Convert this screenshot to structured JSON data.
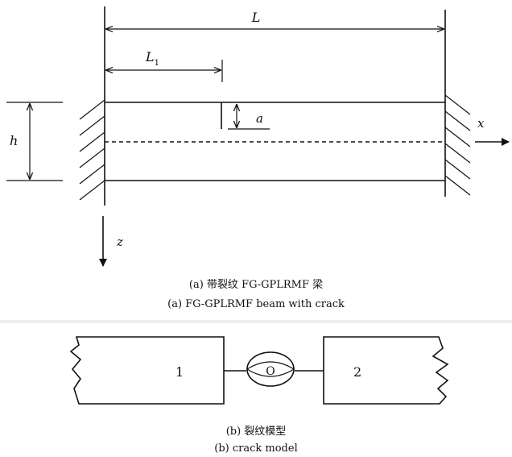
{
  "panel_a": {
    "dimensions": {
      "beam_length": "L",
      "crack_position": "L",
      "crack_position_sub": "1",
      "beam_height": "h",
      "crack_depth": "a"
    },
    "axes": {
      "x": "x",
      "z": "z"
    },
    "caption_cn": "(a) 带裂纹  FG-GPLRMF 梁",
    "caption_en": "(a) FG-GPLRMF beam with crack"
  },
  "panel_b": {
    "segment_left": "1",
    "segment_right": "2",
    "spring_label": "O",
    "caption_cn": "(b) 裂纹模型",
    "caption_en": "(b) crack model"
  }
}
